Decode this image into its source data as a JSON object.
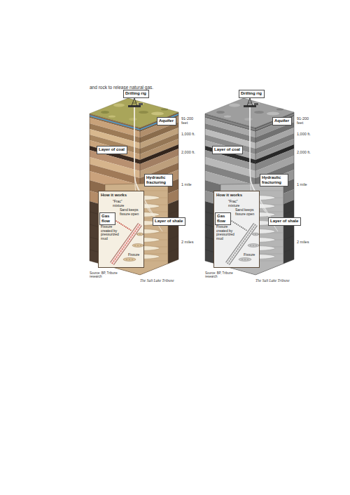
{
  "diagram": {
    "nodes": [
      {
        "text": [
          "Drilling rig"
        ]
      },
      {
        "text": [
          "Aquifer"
        ]
      },
      {
        "text": [
          "Layer of coal"
        ]
      },
      {
        "text": [
          "Hydraulic fracturing"
        ]
      },
      {
        "text": [
          "How it works",
          "\"Frac\" mixture",
          "Sand keeps fissure open",
          "Fissure created by pressurized mud",
          "Fissure"
        ]
      },
      {
        "text": [
          "Gas flow"
        ],
        "in": 4
      },
      {
        "text": [
          "Layer of shale"
        ]
      },
      {
        "text": [
          "Drilling rig"
        ]
      },
      {
        "text": [
          "Aquifer"
        ]
      },
      {
        "text": [
          "Layer of coal"
        ]
      },
      {
        "text": [
          "Hydraulic fracturing"
        ]
      },
      {
        "text": [
          "How it works",
          "\"Frac\" mixture",
          "Sand keeps fissure open",
          "Fissure created by pressurized mud",
          "Fissure"
        ]
      },
      {
        "text": [
          "Gas flow"
        ],
        "in": 11
      },
      {
        "text": [
          "Layer of shale"
        ]
      }
    ],
    "labels": [
      "and rock to release natural gas.",
      "91-200 feet",
      "1,000 ft.",
      "2,000 ft.",
      "1 mile",
      "2 miles",
      "Source: BP, Tribune research",
      "The Salt Lake Tribune",
      "91-200 feet",
      "1,000 ft.",
      "2,000 ft.",
      "1 mile",
      "2 miles",
      "Source: BP, Tribune research",
      "The Salt Lake Tribune"
    ]
  }
}
